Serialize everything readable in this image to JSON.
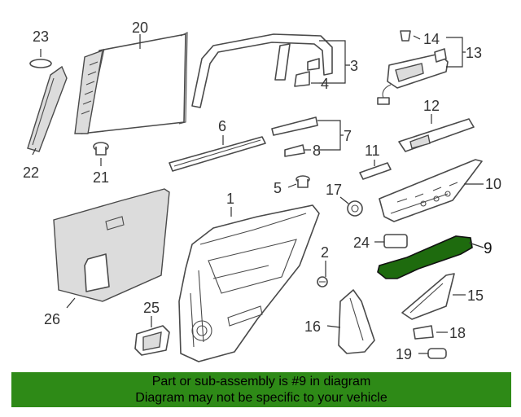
{
  "callouts": {
    "n1": "1",
    "n2": "2",
    "n3": "3",
    "n4": "4",
    "n5": "5",
    "n6": "6",
    "n7": "7",
    "n8": "8",
    "n9": "9",
    "n10": "10",
    "n11": "11",
    "n12": "12",
    "n13": "13",
    "n14": "14",
    "n15": "15",
    "n16": "16",
    "n17": "17",
    "n18": "18",
    "n19": "19",
    "n20": "20",
    "n21": "21",
    "n22": "22",
    "n23": "23",
    "n24": "24",
    "n25": "25",
    "n26": "26"
  },
  "highlight_part": "9",
  "colors": {
    "highlight": "#1e6b0e",
    "banner": "#2e8a17",
    "line": "#4a4a4a"
  },
  "footer": {
    "line1": "Part or sub-assembly is #9 in diagram",
    "line2": "Diagram may not be specific to your vehicle"
  }
}
